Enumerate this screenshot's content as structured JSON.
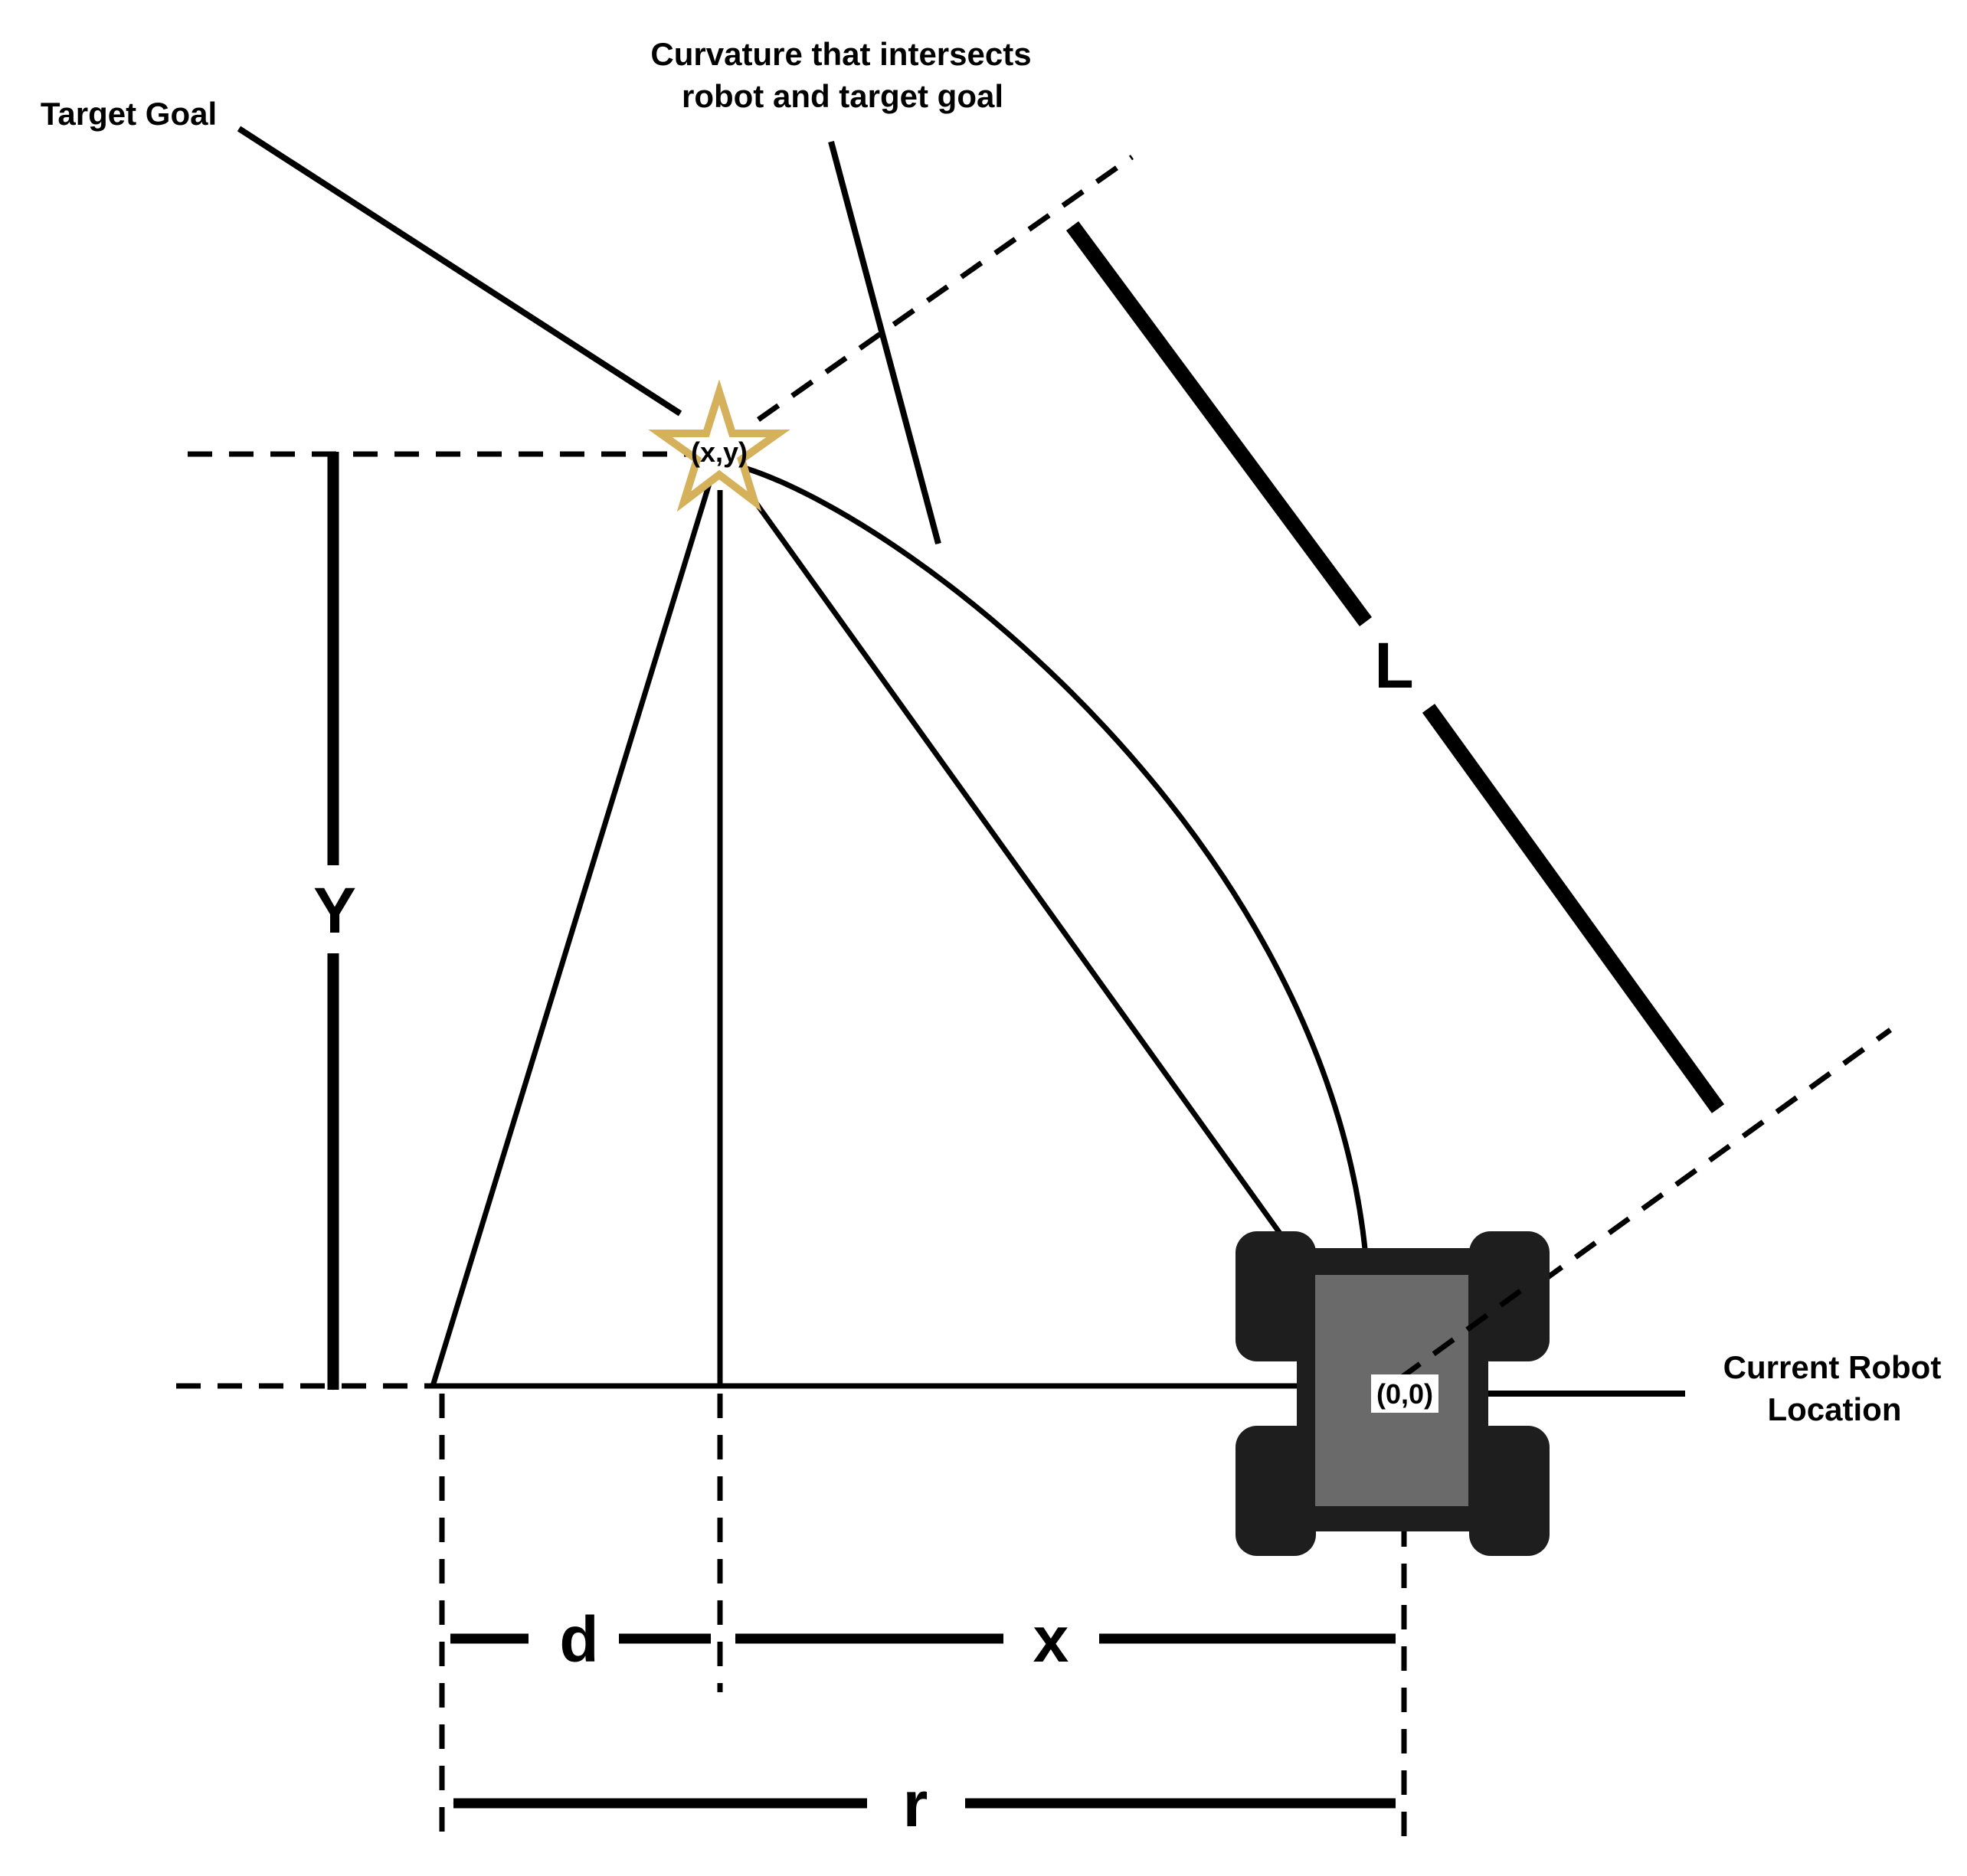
{
  "annotations": {
    "target_goal": "Target Goal",
    "curvature_line1": "Curvature that intersects",
    "curvature_line2": "robot and target goal",
    "robot_location_line1": "Current Robot",
    "robot_location_line2": "Location"
  },
  "points": {
    "goal": "(x,y)",
    "robot": "(0,0)"
  },
  "dimensions": {
    "Y": "Y",
    "L": "L",
    "d": "d",
    "x": "x",
    "r": "r"
  },
  "colors": {
    "star": "#D4B15A",
    "robot_body": "#1E1E1E",
    "robot_panel": "#6A6A6A",
    "line": "#000000"
  },
  "icons": {
    "goal_marker": "star-icon",
    "robot": "robot-icon"
  }
}
